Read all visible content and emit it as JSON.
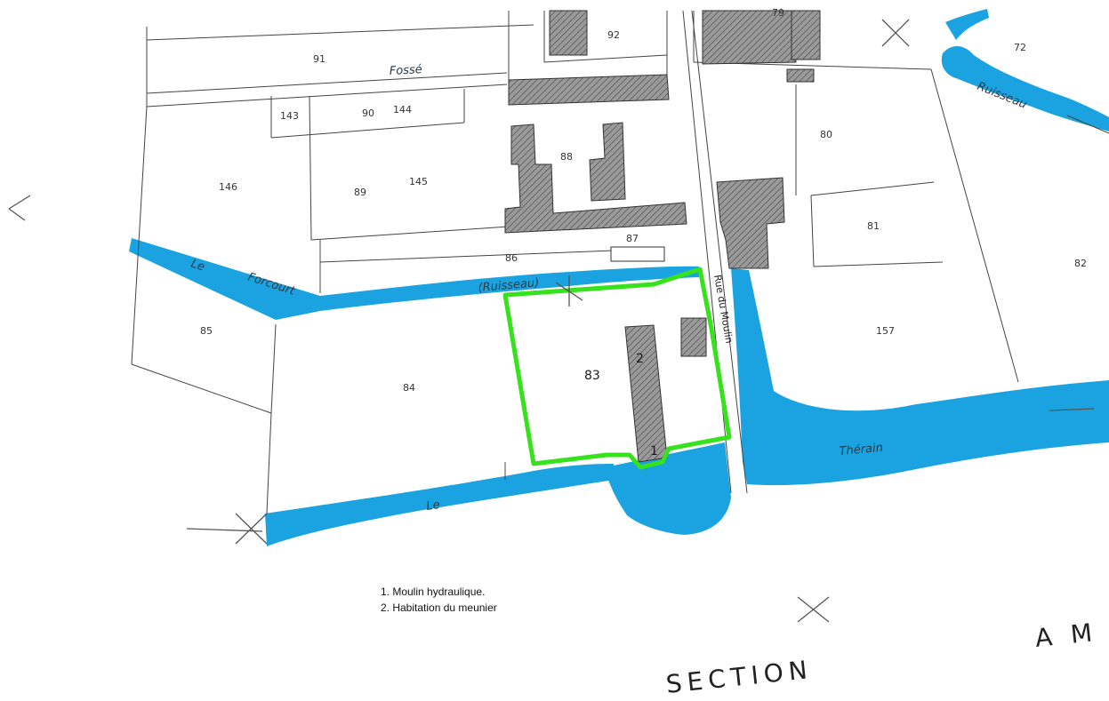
{
  "parcels": {
    "p91": "91",
    "p92": "92",
    "p79": "79",
    "p72": "72",
    "p143": "143",
    "p90": "90",
    "p144": "144",
    "p146": "146",
    "p89": "89",
    "p145": "145",
    "p88": "88",
    "p80": "80",
    "p81": "81",
    "p82": "82",
    "p87": "87",
    "p86": "86",
    "p85": "85",
    "p84": "84",
    "p83": "83",
    "p157": "157",
    "p2": "2",
    "p1": "1"
  },
  "water_labels": {
    "fosse": "Fossé",
    "ruisseau_top": "Ruisseau",
    "le_left": "Le",
    "forcourt": "Forcourt",
    "ruisseau_mid": "(Ruisseau)",
    "le_bottom": "Le",
    "therain": "Thérain"
  },
  "street": {
    "rue_du_moulin": "Rue du Moulin"
  },
  "legend": {
    "item1": "1. Moulin hydraulique.",
    "item2": "2. Habitation du meunier"
  },
  "section_text": {
    "section": "SECTION",
    "am": "A M"
  },
  "colors": {
    "water": "#1aa3e0",
    "highlight": "#35e21b",
    "building": "#8a8a8a"
  }
}
